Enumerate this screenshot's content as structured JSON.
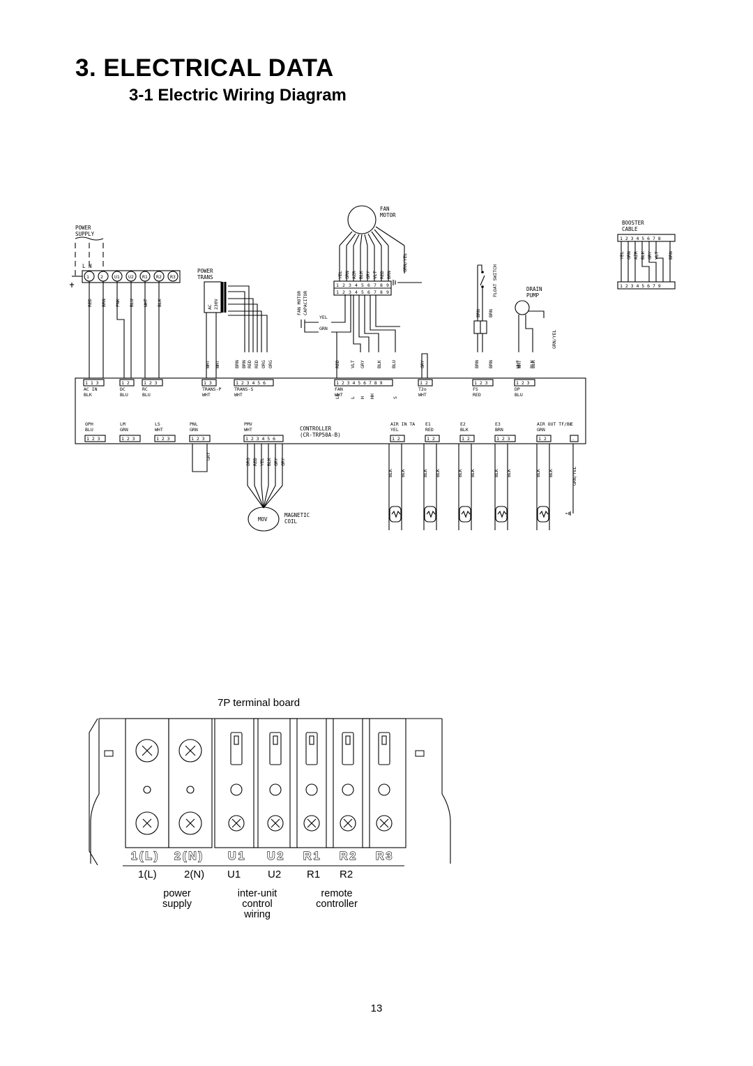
{
  "page": {
    "title": "3. ELECTRICAL DATA",
    "section": "3-1 Electric Wiring Diagram",
    "page_number": "13"
  },
  "wiring": {
    "power_supply": {
      "title": [
        "POWER",
        "SUPPLY"
      ],
      "ln": "L  N",
      "terminals": [
        "1",
        "2",
        "U1",
        "U2",
        "R1",
        "R2",
        "R3"
      ],
      "wires": [
        "RED",
        "BRN",
        "PNK",
        "BLU",
        "WHT",
        "BLK"
      ]
    },
    "power_trans": {
      "title": [
        "POWER",
        "TRANS"
      ],
      "rating": [
        "AC",
        "230V"
      ],
      "wires": [
        "WHT",
        "WHT",
        "BRN",
        "BRN",
        "RED",
        "RED",
        "ORG",
        "ORG"
      ]
    },
    "fan_motor": {
      "title": [
        "FAN",
        "MOTOR"
      ],
      "capacitor": [
        "FAN MOTOR",
        "CAPACITOR"
      ],
      "wires": [
        "YEL",
        "GRN",
        "AZR",
        "BLK",
        "GRY",
        "VLT",
        "RED",
        "BRN",
        "GRN/YEL"
      ],
      "speeds": [
        "LL",
        "L",
        "H",
        "HH"
      ],
      "cap_wires": [
        "YEL",
        "GRN"
      ]
    },
    "float_switch": {
      "title": "FLOAT SWITCH",
      "wires": [
        "BRN",
        "BRN"
      ]
    },
    "drain_pump": {
      "title": [
        "DRAIN",
        "PUMP"
      ],
      "wires": [
        "WHT",
        "BLK",
        "GRN/YEL"
      ]
    },
    "booster_cable": {
      "title": [
        "BOOSTER",
        "CABLE"
      ],
      "top_pins": "1 2 3 4 5 6 7 8",
      "bottom_pins": "1 2 3 4 5 6 7 9",
      "wires": [
        "YEL",
        "GRN",
        "AZR",
        "BLK",
        "GRY",
        "VLT",
        "BRN"
      ]
    },
    "controller": {
      "title": [
        "CONTROLLER",
        "(CR-TRP50A-B)"
      ],
      "top_connectors": [
        {
          "name": "AC IN",
          "color": "BLK",
          "pins": "1 1 3"
        },
        {
          "name": "DC",
          "color": "BLU",
          "pins": "1 2"
        },
        {
          "name": "RC",
          "color": "BLU",
          "pins": "1 2 3"
        },
        {
          "name": "TRANS-P",
          "color": "WHT",
          "pins": "1 3"
        },
        {
          "name": "TRANS-S",
          "color": "WHT",
          "pins": "1 2 3 4 5 6"
        },
        {
          "name": "FAN",
          "color": "WHT",
          "pins": "1 2 3 4 5 6 7 8 9"
        },
        {
          "name": "T2o",
          "color": "WHT",
          "pins": "1 2"
        },
        {
          "name": "FS",
          "color": "RED",
          "pins": "1 2 3"
        },
        {
          "name": "DP",
          "color": "BLU",
          "pins": "1 2 3"
        }
      ],
      "fan_pin_labels": [
        "LL",
        "L",
        "H",
        "HH",
        "S"
      ],
      "middle_wires": [
        "RED",
        "VLT",
        "GRY",
        "BLK",
        "BLU",
        "GRY",
        "BRN",
        "BRN",
        "WHT",
        "BLK"
      ],
      "bottom_connectors": [
        {
          "name": "OPH",
          "color": "BLU",
          "pins": "1 2 3"
        },
        {
          "name": "LM",
          "color": "GRN",
          "pins": "1 2 3"
        },
        {
          "name": "LS",
          "color": "WHT",
          "pins": "1 2 3"
        },
        {
          "name": "PNL",
          "color": "GRN",
          "pins": "1 2 3"
        },
        {
          "name": "PMV",
          "color": "WHT",
          "pins": "1 2 3 4 5 6"
        },
        {
          "name": "AIR IN TA",
          "color": "YEL",
          "pins": "1 2"
        },
        {
          "name": "E1",
          "color": "RED",
          "pins": "1 2"
        },
        {
          "name": "E2",
          "color": "BLK",
          "pins": "1 2"
        },
        {
          "name": "E3",
          "color": "BRN",
          "pins": "1 2 3"
        },
        {
          "name": "AIR OUT TF/BL",
          "color": "GRN",
          "pins": "1 2"
        },
        {
          "name": "E",
          "color": "",
          "pins": "."
        }
      ],
      "pnl_wire": "GRY",
      "pmv_wires": [
        "ORG",
        "RED",
        "YEL",
        "BLK",
        "GRY",
        "GRY"
      ],
      "sensor_wires": [
        "BLK",
        "BLK"
      ],
      "earth_wire": "GRN/YEL"
    },
    "magnetic_coil": {
      "label": "MOV",
      "title": [
        "MAGNETIC",
        "COIL"
      ]
    }
  },
  "terminal_board": {
    "title": "7P terminal board",
    "engraved": [
      "1(L)",
      "2(N)",
      "U1",
      "U2",
      "R1",
      "R2",
      "R3"
    ],
    "labels": [
      "1(L)",
      "2(N)",
      "U1",
      "U2",
      "R1",
      "R2"
    ],
    "groups": [
      {
        "lines": [
          "power",
          "supply"
        ]
      },
      {
        "lines": [
          "inter-unit",
          "control",
          "wiring"
        ]
      },
      {
        "lines": [
          "remote",
          "controller"
        ]
      }
    ]
  }
}
